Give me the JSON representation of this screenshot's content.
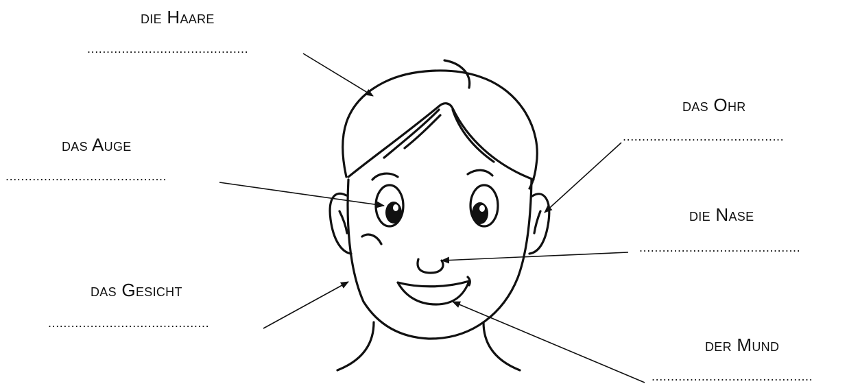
{
  "labels": {
    "haare": "die Haare",
    "ohr": "das Ohr",
    "auge": "das Auge",
    "nase": "die Nase",
    "gesicht": "das Gesicht",
    "mund": "der Mund"
  },
  "answer_blanks": {
    "haare": "..........................................",
    "ohr": "..........................................",
    "auge": "..........................................",
    "nase": "..........................................",
    "gesicht": "..........................................",
    "mund": ".........................................."
  }
}
